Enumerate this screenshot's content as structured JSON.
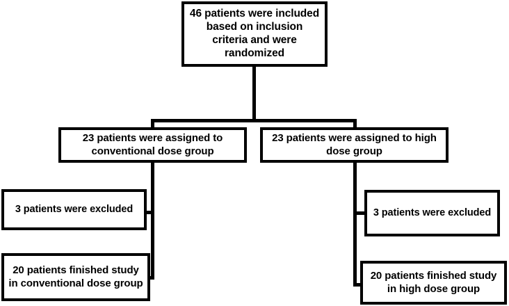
{
  "diagram": {
    "type": "flowchart",
    "title": "CONSORT-style patient allocation flow diagram",
    "colors": {
      "background": "#ffffff",
      "box_border": "#000000",
      "box_fill": "#ffffff",
      "text": "#000000",
      "connector": "#000000"
    },
    "nodes": {
      "root": {
        "id": "enrollment",
        "text": "46 patients were included\nbased on  inclusion\ncriteria and were\nrandomized",
        "count": 46
      },
      "conventional_group": {
        "id": "allocation-conventional",
        "text": "23 patients  were assigned to\nconventional dose group",
        "count": 23
      },
      "high_group": {
        "id": "allocation-high",
        "text": "23 patients  were assigned to high\ndose group",
        "count": 23
      },
      "conventional_excluded": {
        "id": "excluded-conventional",
        "text": "3 patients were excluded",
        "count": 3
      },
      "high_excluded": {
        "id": "excluded-high",
        "text": "3 patients were excluded",
        "count": 3
      },
      "conventional_finished": {
        "id": "analysis-conventional",
        "text": "20 patients finished study\nin conventional dose group",
        "count": 20
      },
      "high_finished": {
        "id": "analysis-high",
        "text": "20 patients  finished study\nin high dose group",
        "count": 20
      }
    }
  }
}
